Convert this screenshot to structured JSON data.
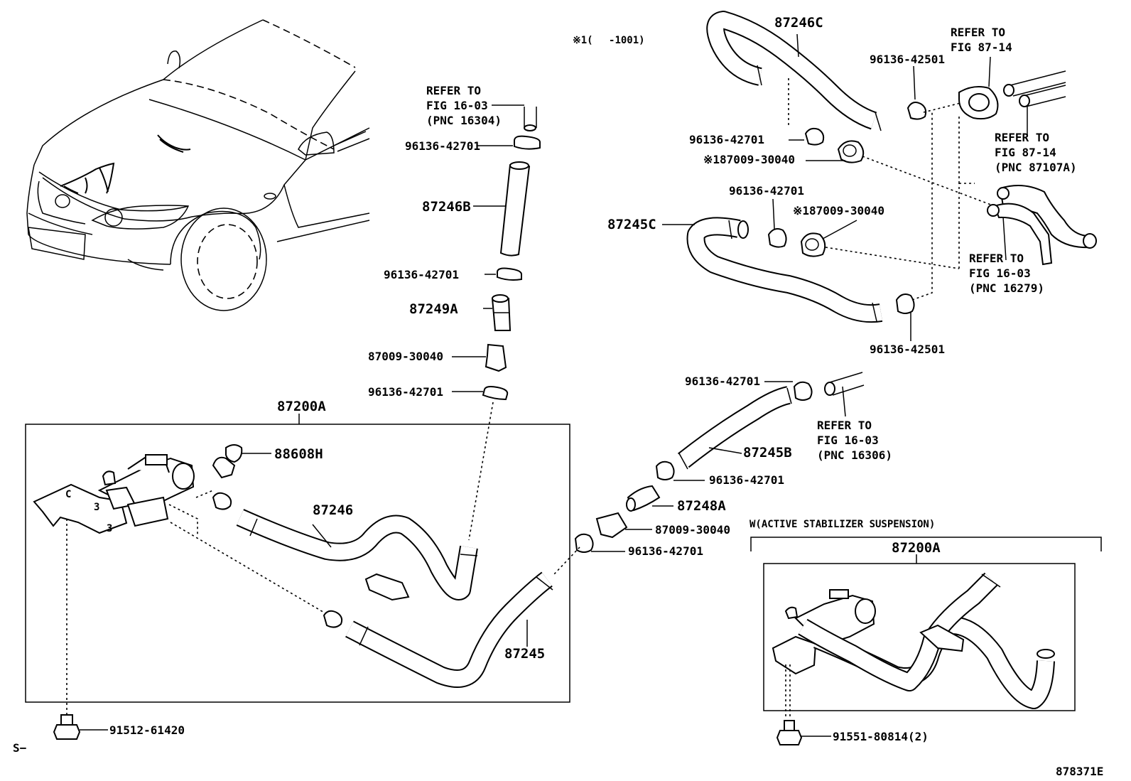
{
  "note_top": "※1(　 -1001)",
  "fig_code": "878371E",
  "corner_mark": "S−",
  "variant_caption": "W(ACTIVE STABILIZER SUSPENSION)",
  "labels": {
    "p87246C": "87246C",
    "p87246B": "87246B",
    "p87249A": "87249A",
    "p87245C": "87245C",
    "p87200A_main": "87200A",
    "p87200A_alt": "87200A",
    "p88608H": "88608H",
    "p87246": "87246",
    "p87245": "87245",
    "p87245B": "87245B",
    "p87248A": "87248A",
    "clip_a1": "96136-42701",
    "clip_a2": "96136-42701",
    "clip_a3": "96136-42701",
    "clip_b1": "96136-42501",
    "clip_b2": "96136-42501",
    "clip_c1": "96136-42701",
    "clip_c2": "96136-42701",
    "clip_d1": "96136-42701",
    "clip_d2": "96136-42701",
    "clip_d3": "96136-42701",
    "joint_1": "87009-30040",
    "joint_2": "87009-30040",
    "joint_s1": "※187009-30040",
    "joint_s2": "※187009-30040",
    "bolt_1": "91512-61420",
    "bolt_2": "91551-80814(2)"
  },
  "refs": {
    "r1": [
      "REFER TO",
      "FIG 16-03",
      "(PNC 16304)"
    ],
    "r2": [
      "REFER TO",
      "FIG 87-14"
    ],
    "r3": [
      "REFER TO",
      "FIG 87-14",
      "(PNC 87107A)"
    ],
    "r4": [
      "REFER TO",
      "FIG 16-03",
      "(PNC 16279)"
    ],
    "r5": [
      "REFER TO",
      "FIG 16-03",
      "(PNC 16306)"
    ]
  }
}
